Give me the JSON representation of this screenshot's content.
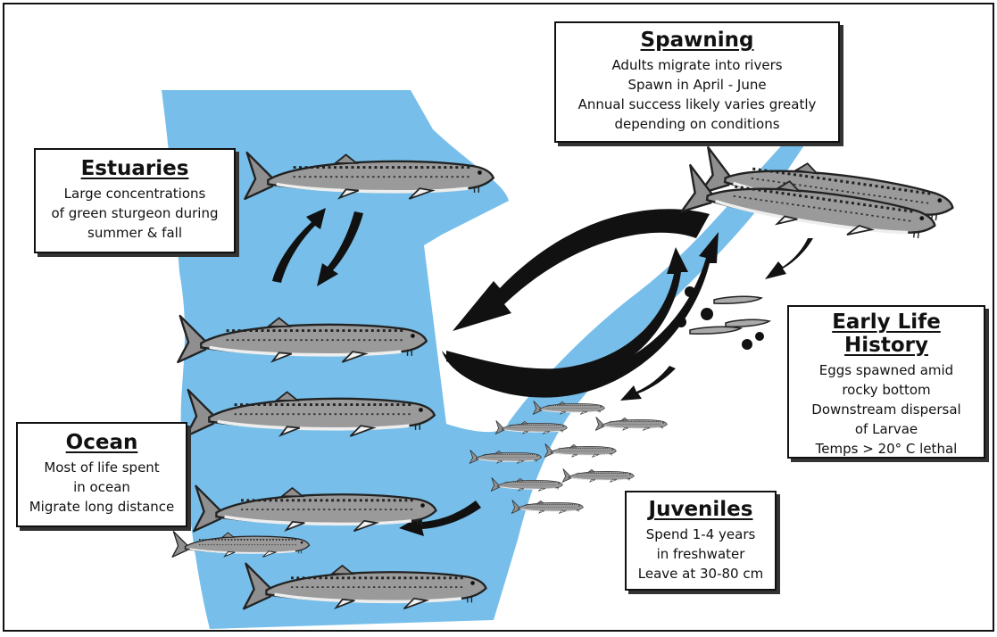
{
  "colors": {
    "water": "#77BFEA",
    "fish_body": "#9a9a9a",
    "fish_outline": "#222222",
    "arrow": "#111111"
  },
  "boxes": {
    "spawning": {
      "title": "Spawning",
      "lines": [
        "Adults migrate into rivers",
        "Spawn in April - June",
        "Annual success likely varies greatly",
        "depending on conditions"
      ]
    },
    "estuaries": {
      "title": "Estuaries",
      "lines": [
        "Large concentrations",
        "of green sturgeon during",
        "summer & fall"
      ]
    },
    "early_life": {
      "title": "Early Life History",
      "lines": [
        "Eggs spawned amid",
        "rocky bottom",
        "Downstream dispersal",
        "of Larvae",
        "Temps > 20° C lethal"
      ]
    },
    "ocean": {
      "title": "Ocean",
      "lines": [
        "Most of life spent",
        "in ocean",
        "Migrate long distance"
      ]
    },
    "juveniles": {
      "title": "Juveniles",
      "lines": [
        "Spend 1-4 years",
        "in freshwater",
        "Leave at 30-80 cm"
      ]
    }
  },
  "icons": [
    "sturgeon-icon",
    "egg-icon",
    "larva-icon",
    "migration-arrow-icon"
  ]
}
